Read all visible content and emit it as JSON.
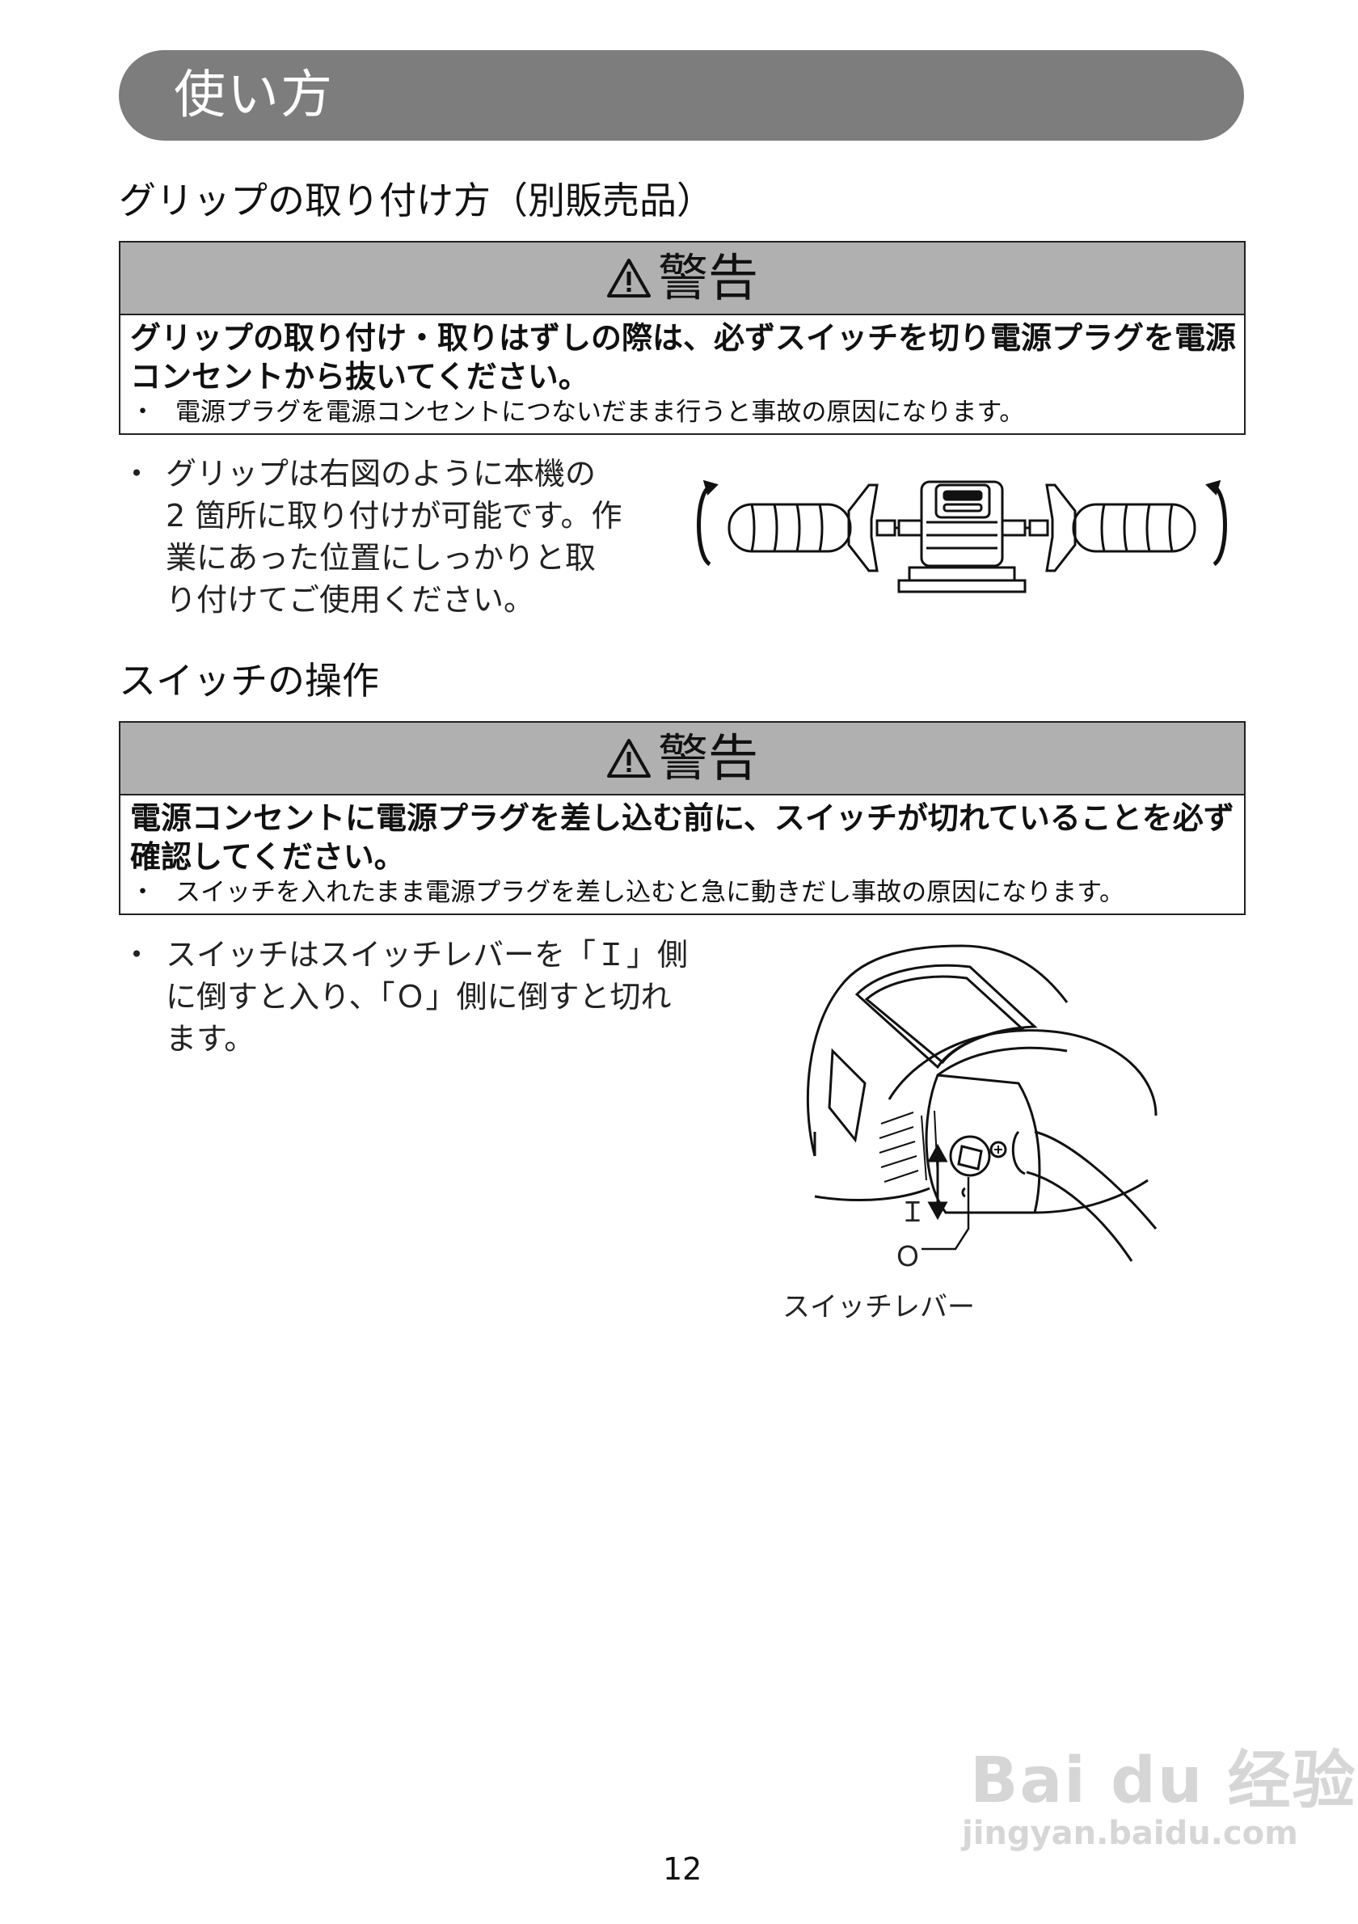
{
  "header": {
    "title": "使い方"
  },
  "grip_section": {
    "heading": "グリップの取り付け方（別販売品）",
    "warning": {
      "title": "警告",
      "main_text": "グリップの取り付け・取りはずしの際は、必ずスイッチを切り電源プラグを電源コンセントから抜いてください。",
      "note_bullet": "・",
      "note": "電源プラグを電源コンセントにつないだまま行うと事故の原因になります。"
    },
    "bullet": "・",
    "body_lines": [
      "グリップは右図のように本機の",
      "2 箇所に取り付けが可能です。作",
      "業にあった位置にしっかりと取",
      "り付けてご使用ください。"
    ]
  },
  "switch_section": {
    "heading": "スイッチの操作",
    "warning": {
      "title": "警告",
      "main_text": "電源コンセントに電源プラグを差し込む前に、スイッチが切れていることを必ず確認してください。",
      "note_bullet": "・",
      "note": "スイッチを入れたまま電源プラグを差し込むと急に動きだし事故の原因になります。"
    },
    "bullet": "・",
    "body_lines": [
      "スイッチはスイッチレバーを「Ｉ」側",
      "に倒すと入り、「Ｏ」側に倒すと切れ",
      "ます。"
    ],
    "figure": {
      "on_label": "Ｉ",
      "off_label": "Ｏ",
      "lever_label": "スイッチレバー"
    }
  },
  "footer": {
    "page_number": "12"
  },
  "watermark": {
    "brand": "Bai du 经验",
    "url": "jingyan.baidu.com"
  },
  "icons": {
    "warning": "warning-triangle-icon",
    "rotate": "rotate-arrow-icon"
  }
}
